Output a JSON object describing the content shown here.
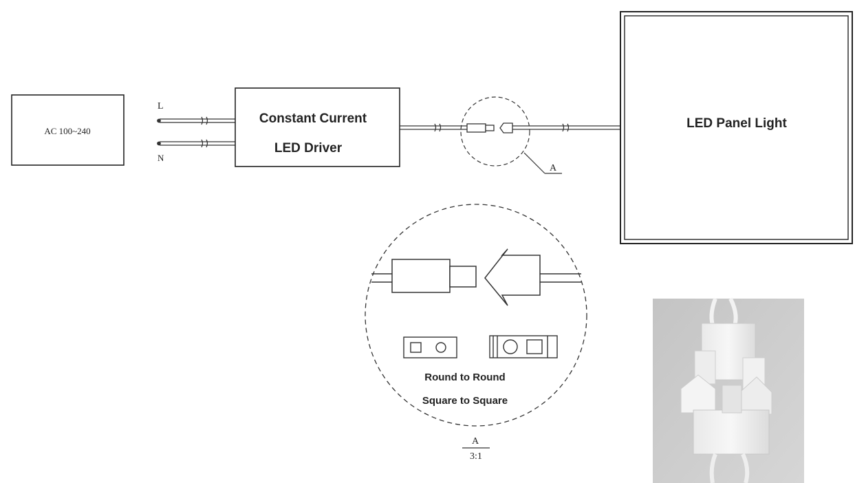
{
  "source": {
    "label": "AC 100~240"
  },
  "terminals": {
    "line": "L",
    "neutral": "N"
  },
  "driver": {
    "line1": "Constant Current",
    "line2": "LED Driver"
  },
  "panel": {
    "label": "LED Panel Light"
  },
  "detail_callout": {
    "tag": "A"
  },
  "detail_view": {
    "tag": "A",
    "scale": "3:1",
    "note_line1": "Round to Round",
    "note_line2": "Square to Square"
  },
  "colors": {
    "line": "#222222",
    "panel_fill": "#ffffff"
  }
}
